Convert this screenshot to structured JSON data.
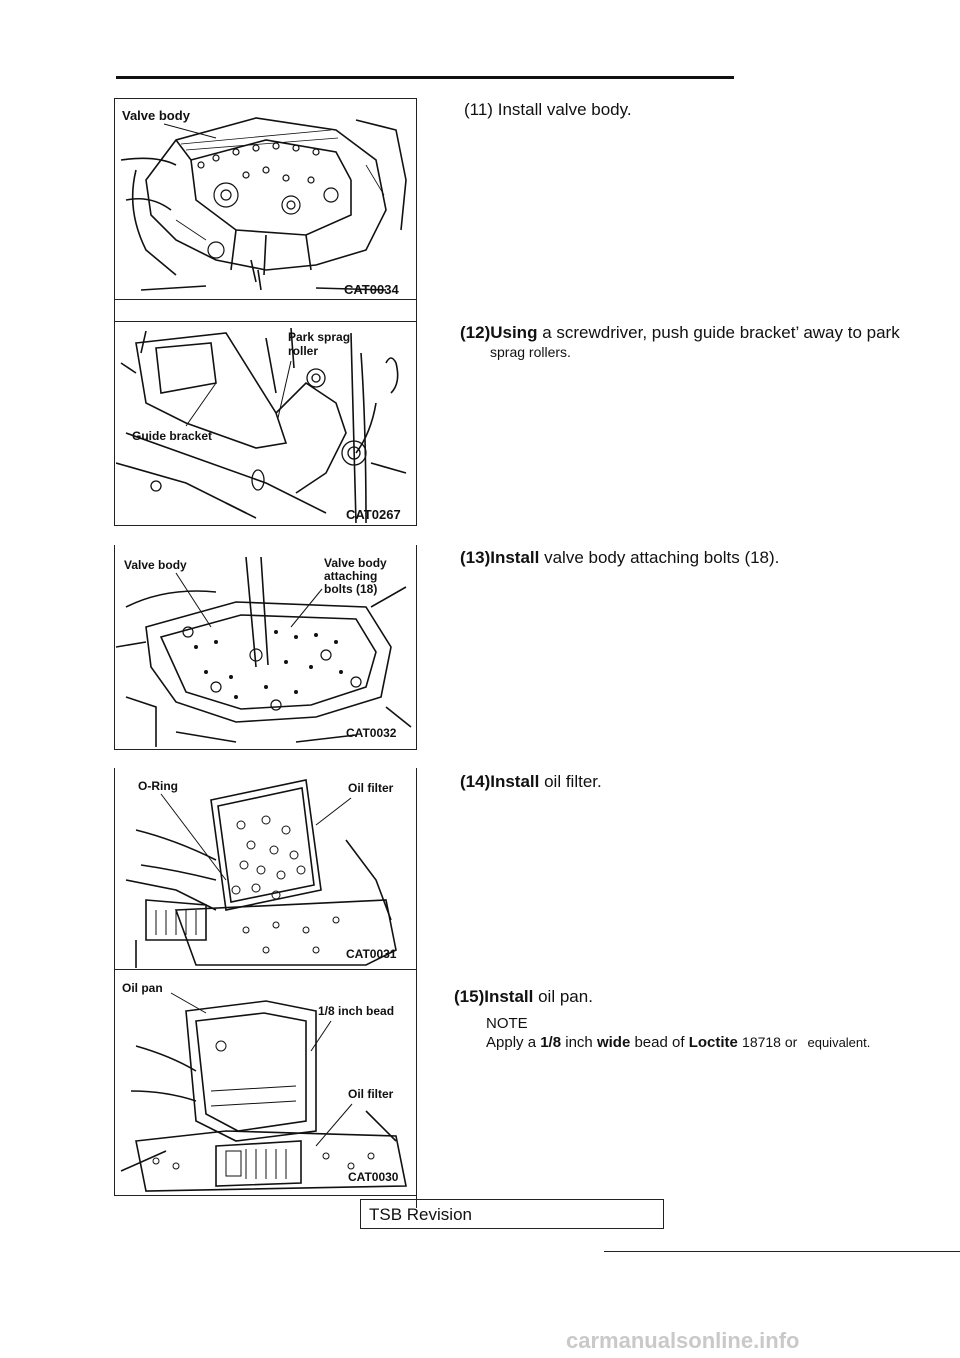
{
  "figures": [
    {
      "labels": [
        "Valve body"
      ],
      "code": "CAT0034"
    },
    {
      "labels": [
        "Park sprag",
        "roller",
        "Guide bracket"
      ],
      "code": "CAT0267"
    },
    {
      "labels": [
        "Valve body",
        "Valve body",
        "attaching",
        "bolts (18)"
      ],
      "code": "CAT0032"
    },
    {
      "labels": [
        "O-Ring",
        "Oil filter"
      ],
      "code": "CAT0031"
    },
    {
      "labels": [
        "Oil pan",
        "1/8 inch bead",
        "Oil filter"
      ],
      "code": "CAT0030"
    }
  ],
  "steps": [
    {
      "num": "(11)",
      "text": "Install valve body."
    },
    {
      "num": "(12)Using",
      "text": "a screwdriver, push guide bracket’ away to park",
      "cont": "sprag rollers."
    },
    {
      "num": "(13)Install",
      "text": "valve body attaching bolts (18)."
    },
    {
      "num": "(14)Install",
      "text": "oil filter."
    },
    {
      "num": "(15)Install",
      "text": "oil pan."
    }
  ],
  "note": {
    "title": "NOTE",
    "p1": "Apply a",
    "b1": "1/8",
    "p2": "inch",
    "b2": "wide",
    "p3": "bead of",
    "b3": "Loctite",
    "p4": "18718 or",
    "p5": "equivalent."
  },
  "footer": {
    "tsb": "TSB Revision",
    "watermark": "carmanualsonline.info"
  }
}
